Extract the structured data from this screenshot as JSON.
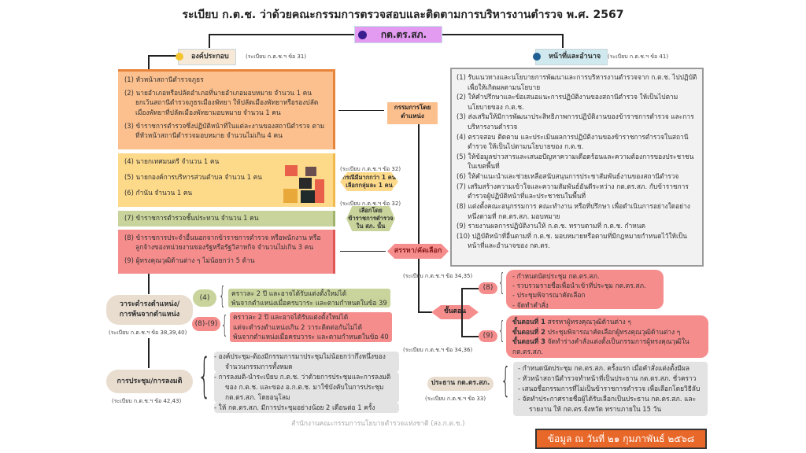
{
  "title": "ระเบียบ ก.ต.ช. ว่าด้วยคณะกรรมการตรวจสอบและติดตามการบริหารงานตำรวจ พ.ศ. 2567",
  "root": "กต.ตร.สภ.",
  "composition": {
    "label": "องค์ประกอบ",
    "ref": "(ระเบียบ ก.ต.ช.ฯ ข้อ 31)",
    "orange": [
      "(1) หัวหน้าสถานีตำรวจภูธร",
      "(2) นายอำเภอหรือปลัดอำเภอที่นายอำเภอมอบหมาย จำนวน 1 คน ยกเว้นสถานีตำรวจภูธรเมืองพัทยา ให้ปลัดเมืองพัทยาหรือรองปลัดเมืองพัทยาที่ปลัดเมืองพัทยามอบหมาย จำนวน 1 คน",
      "(3) ข้าราชการตำรวจซึ่งปฏิบัติหน้าที่ในแต่ละงานของสถานีตำรวจ ตามที่หัวหน้าสถานีตำรวจมอบหมาย จำนวนไม่เกิน 4 คน"
    ],
    "yellow": [
      "(4) นายกเทศมนตรี จำนวน 1 คน",
      "(5) นายกองค์การบริหารส่วนตำบล จำนวน 1 คน",
      "(6) กำนัน จำนวน 1 คน"
    ],
    "green": [
      "(7) ข้าราชการตำรวจชั้นประทวน จำนวน 1 คน"
    ],
    "red": [
      "(8) ข้าราชการประจำอื่นนอกจากข้าราชการตำรวจ หรือพนักงาน หรือลูกจ้างของหน่วยงานของรัฐหรือรัฐวิสาหกิจ จำนวนไม่เกิน 3 คน",
      "(9) ผู้ทรงคุณวุฒิด้านต่าง ๆ ไม่น้อยกว่า 5 ด้าน"
    ],
    "ex_officio": "กรรมการโดยตำแหน่ง",
    "hex1_ref": "(ระเบียบ ก.ต.ช.ฯ ข้อ 32)",
    "hex1": "กรณีมีมากกว่า 1 คน เลือกกลุ่มละ 1 คน",
    "hex2_ref": "(ระเบียบ ก.ต.ช.ฯ ข้อ 32)",
    "hex2": "เลือกโดย ข้าราชการตำรวจ ใน สภ. นั้น",
    "select": "สรรหา/คัดเลือก"
  },
  "duties": {
    "label": "หน้าที่และอำนาจ",
    "ref": "(ระเบียบ ก.ต.ช.ฯ ข้อ 41)",
    "items": [
      "(1) รับแนวทางและนโยบายการพัฒนาและการบริหารงานตำรวจจาก ก.ต.ช. ไปปฏิบัติเพื่อให้เกิดผลตามนโยบาย",
      "(2) ให้คำปรึกษาและข้อเสนอแนะการปฏิบัติงานของสถานีตำรวจ ให้เป็นไปตามนโยบายของ ก.ต.ช.",
      "(3) ส่งเสริมให้มีการพัฒนาประสิทธิภาพการปฏิบัติงานของข้าราชการตำรวจ และการบริหารงานตำรวจ",
      "(4) ตรวจสอบ ติดตาม และประเมินผลการปฏิบัติงานของข้าราชการตำรวจในสถานีตำรวจ ให้เป็นไปตามนโยบายของ ก.ต.ช.",
      "(5) ให้ข้อมูลข่าวสารและเสนอปัญหาความเดือดร้อนและความต้องการของประชาชนในเขตพื้นที่",
      "(6) ให้คำแนะนำและช่วยเหลือสนับสนุนการประชาสัมพันธ์งานของสถานีตำรวจ",
      "(7) เสริมสร้างความเข้าใจและความสัมพันธ์อันดีระหว่าง กต.ตร.สภ. กับข้าราชการตำรวจผู้ปฏิบัติหน้าที่และประชาชนในพื้นที่",
      "(8) แต่งตั้งคณะอนุกรรมการ คณะทำงาน หรือที่ปรึกษา เพื่อดำเนินการอย่างใดอย่างหนึ่งตามที่ กต.ตร.สภ. มอบหมาย",
      "(9) รายงานผลการปฏิบัติงานให้ ก.ต.ช. ทราบตามที่ ก.ต.ช. กำหนด",
      "(10) ปฏิบัติหน้าที่อื่นตามที่ ก.ต.ช. มอบหมายหรือตามที่มีกฎหมายกำหนดไว้ให้เป็นหน้าที่และอำนาจของ กต.ตร."
    ]
  },
  "steps": {
    "label": "ขั้นตอน",
    "p8": "(8)",
    "ref8": "(ระเบียบ ก.ต.ช.ฯ ข้อ 34,35)",
    "items8": [
      "- กำหนดนัดประชุม กต.ตร.สภ.",
      "- รวบรวมรายชื่อเพื่อนำเข้าที่ประชุม กต.ตร.สภ.",
      "- ประชุมพิจารณาคัดเลือก",
      "- จัดทำคำสั่ง"
    ],
    "p9": "(9)",
    "ref9": "(ระเบียบ ก.ต.ช.ฯ ข้อ 34,36)",
    "items9": [
      {
        "b": "ขั้นตอนที่ 1",
        "t": " สรรหาผู้ทรงคุณวุฒิด้านต่าง ๆ"
      },
      {
        "b": "ขั้นตอนที่ 2",
        "t": " ประชุมพิจารณาคัดเลือกผู้ทรงคุณวุฒิด้านต่าง ๆ"
      },
      {
        "b": "ขั้นตอนที่ 3",
        "t": " จัดทำร่างคำสั่งแต่งตั้งเป็นกรรมการผู้ทรงคุณวุฒิใน กต.ตร.สภ."
      }
    ]
  },
  "term": {
    "label": "วาระดำรงตำแหน่ง/ การพ้นจากตำแหน่ง",
    "ref": "(ระเบียบ ก.ต.ช.ฯ ข้อ 38,39,40)",
    "p4": "(4)",
    "t4": [
      "คราวละ 2 ปี และอาจได้รับแต่งตั้งใหม่ได้",
      "พ้นจากตำแหน่งเมื่อครบวาระ และตามกำหนดในข้อ 39"
    ],
    "p89": "(8)-(9)",
    "t89": [
      "คราวละ 2 ปี และอาจได้รับแต่งตั้งใหม่ได้",
      "แต่จะดำรงตำแหน่งเกิน 2 วาระติดต่อกันไม่ได้",
      "พ้นจากตำแหน่งเมื่อครบวาระ และตามกำหนดในข้อ 40"
    ]
  },
  "meeting": {
    "label": "การประชุม/การลงมติ",
    "ref": "(ระเบียบ ก.ต.ช.ฯ ข้อ 42,43)",
    "items": [
      "- องค์ประชุม-ต้องมีกรรมการมาประชุมไม่น้อยกว่ากึ่งหนึ่งของจำนวนกรรมการทั้งหมด",
      "- การลงมติ-นำระเบียบ ก.ต.ช. ว่าด้วยการประชุมและการลงมติ ของ ก.ต.ช. และของ อ.ก.ต.ช. มาใช้บังคับในการประชุม กต.ตร.สภ. โดยอนุโลม",
      "- ให้ กต.ตร.สภ. มีการประชุมอย่างน้อย 2 เดือนต่อ 1 ครั้ง"
    ]
  },
  "chair": {
    "label": "ประธาน กต.ตร.สภ.",
    "ref": "(ระเบียบ ก.ต.ช.ฯ ข้อ 33)",
    "items": [
      "- กำหนดนัดประชุม กต.ตร.สภ. ครั้งแรก เมื่อคำสั่งแต่งตั้งมีผล",
      "- หัวหน้าสถานีตำรวจทำหน้าที่เป็นประธาน กต.ตร.สภ. ชั่วคราว",
      "- เสนอชื่อกรรมการที่ไม่เป็นข้าราชการตำรวจ เพื่อเลือกโดยวิธีลับ",
      "- จัดทำประกาศรายชื่อผู้ได้รับเลือกเป็นประธาน กต.ตร.สภ. และรายงาน ให้ กต.ตร.จังหวัด ทราบภายใน 15 วัน"
    ]
  },
  "footer": "สำนักงานคณะกรรมการนโยบายตำรวจแห่งชาติ (สง.ก.ต.ช.)",
  "date": "ข้อมูล ณ วันที่ ๒๑ กุมภาพันธ์ ๒๕๖๘"
}
